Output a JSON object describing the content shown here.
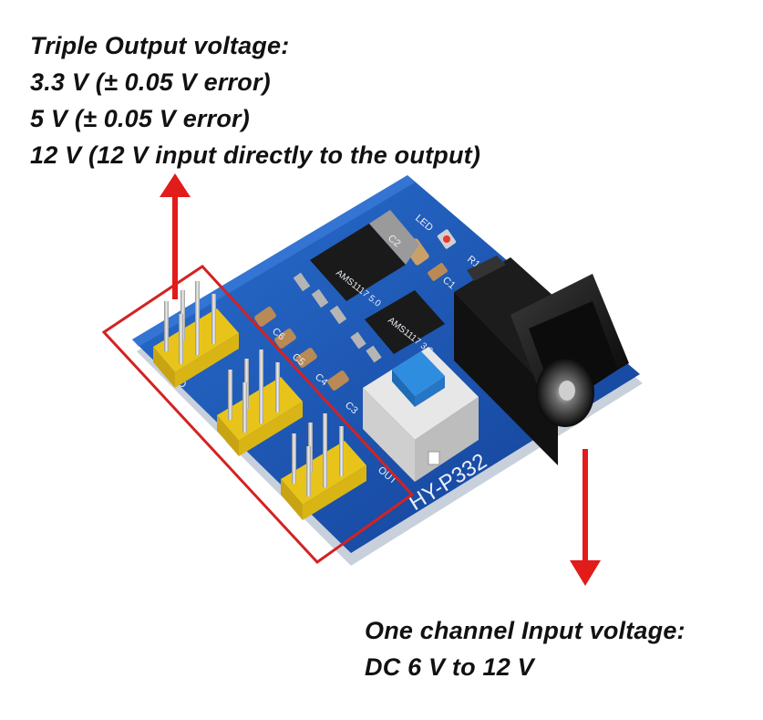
{
  "output_caption": {
    "title": "Triple Output voltage:",
    "line1": "3.3 V (± 0.05 V error)",
    "line2": "5 V (± 0.05 V error)",
    "line3": "12 V (12 V input directly to the output)"
  },
  "input_caption": {
    "title": "One channel Input voltage:",
    "line1": "DC 6 V to 12 V"
  },
  "board": {
    "model": "HY-P332",
    "regulator_1": "AMS1117 5.0",
    "regulator_2": "AMS1117 3.3",
    "led_label": "LED",
    "gnd_label": "GND",
    "out_label": "OUT",
    "c1": "C1",
    "c2": "C2",
    "c3": "C3",
    "c4": "C4",
    "c5": "C5",
    "c6": "C6",
    "r1": "R1"
  },
  "colors": {
    "pcb": "#1c56b6",
    "header": "#f2d21e",
    "arrow": "#e21b1b",
    "highlight_box": "#d42222",
    "button": "#2f8de0"
  }
}
